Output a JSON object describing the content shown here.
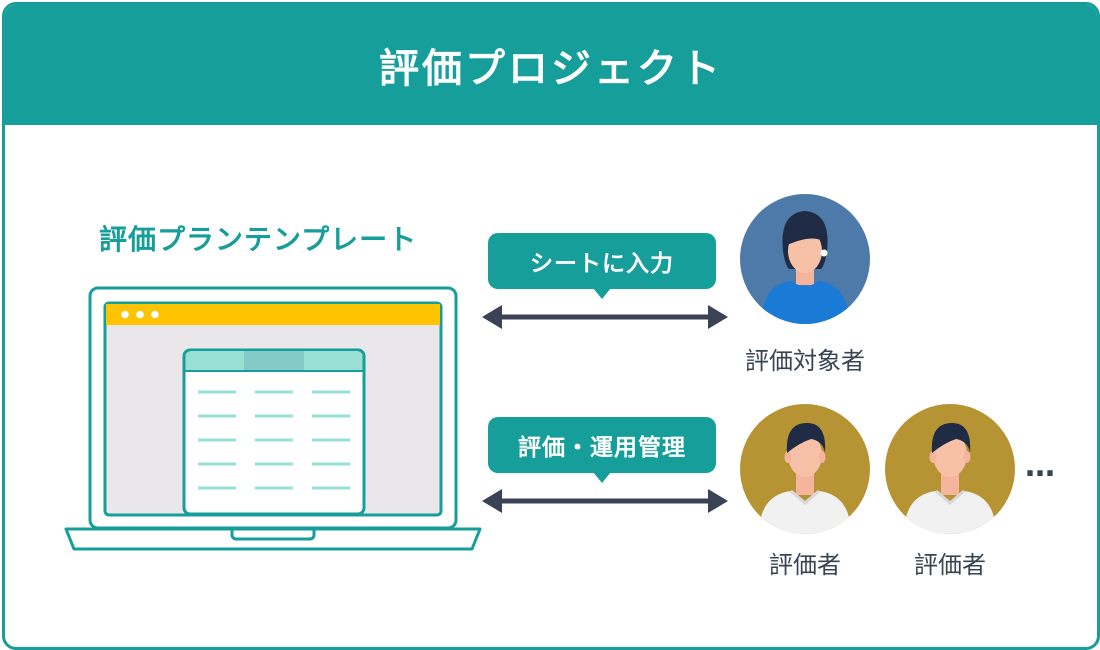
{
  "title": "評価プロジェクト",
  "template": {
    "label": "評価プランテンプレート"
  },
  "flows": [
    {
      "label": "シートに入力"
    },
    {
      "label": "評価・運用管理"
    }
  ],
  "evaluatee": {
    "label": "評価対象者"
  },
  "evaluators": [
    {
      "label": "評価者"
    },
    {
      "label": "評価者"
    }
  ],
  "more": "…",
  "colors": {
    "teal": "#169e9b",
    "arrow": "#3b4256",
    "laptop_bar": "#ffc400",
    "sheet_header": "#99e0d4",
    "avatar_female_bg": "#4d7aa8",
    "avatar_male_bg": "#b69433"
  }
}
